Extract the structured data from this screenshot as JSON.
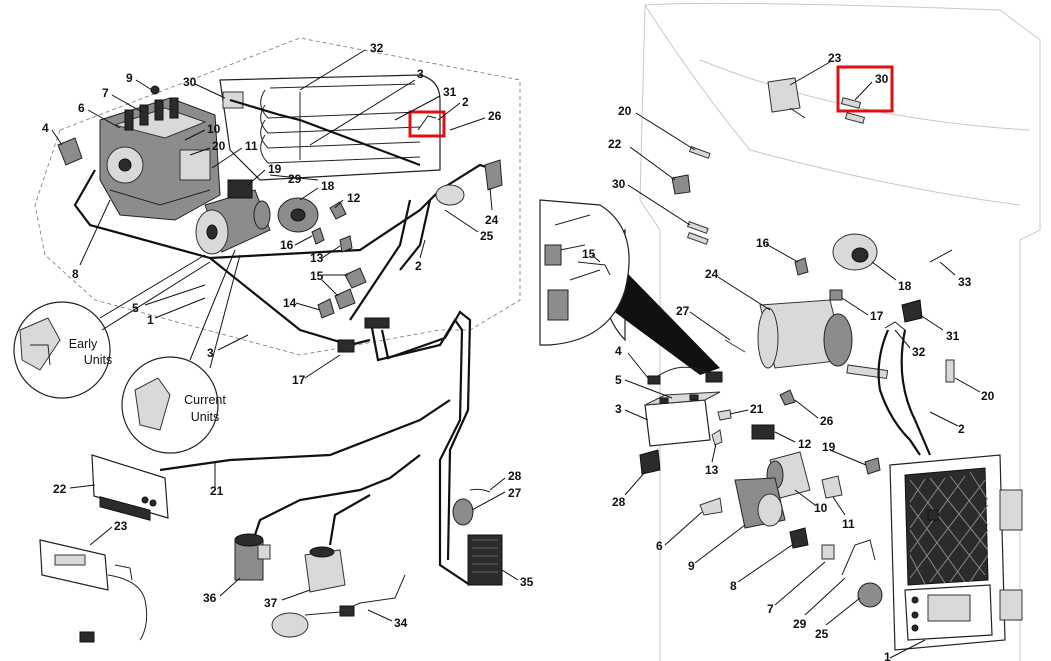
{
  "callouts": {
    "early_units": [
      "Early",
      "Units"
    ],
    "current_units": [
      "Current",
      "Units"
    ]
  },
  "left_numbers": {
    "n32": "32",
    "n3a": "3",
    "n30": "30",
    "n31": "31",
    "n2a": "2",
    "n26": "26",
    "n9": "9",
    "n7": "7",
    "n6": "6",
    "n4": "4",
    "n10": "10",
    "n20": "20",
    "n11": "11",
    "n19": "19",
    "n18": "18",
    "n12": "12",
    "n29": "29",
    "n8": "8",
    "n16": "16",
    "n13": "13",
    "n15": "15",
    "n14": "14",
    "n24": "24",
    "n25": "25",
    "n2b": "2",
    "n5": "5",
    "n1": "1",
    "n3b": "3",
    "n17": "17",
    "n22": "22",
    "n21": "21",
    "n23": "23",
    "n28": "28",
    "n27": "27",
    "n36": "36",
    "n37": "37",
    "n34": "34",
    "n35": "35"
  },
  "right_numbers": {
    "r23": "23",
    "r30a": "30",
    "r20a": "20",
    "r22": "22",
    "r30b": "30",
    "r16": "16",
    "r18": "18",
    "r33": "33",
    "r15": "15",
    "r24": "24",
    "r27": "27",
    "r17": "17",
    "r31": "31",
    "r32": "32",
    "r4": "4",
    "r5": "5",
    "r20b": "20",
    "r3": "3",
    "r21": "21",
    "r26": "26",
    "r2": "2",
    "r12": "12",
    "r13": "13",
    "r19": "19",
    "r28": "28",
    "r10": "10",
    "r11": "11",
    "r6": "6",
    "r9": "9",
    "r8": "8",
    "r7": "7",
    "r29": "29",
    "r25": "25",
    "r1": "1"
  },
  "highlight_color": "#e01010"
}
